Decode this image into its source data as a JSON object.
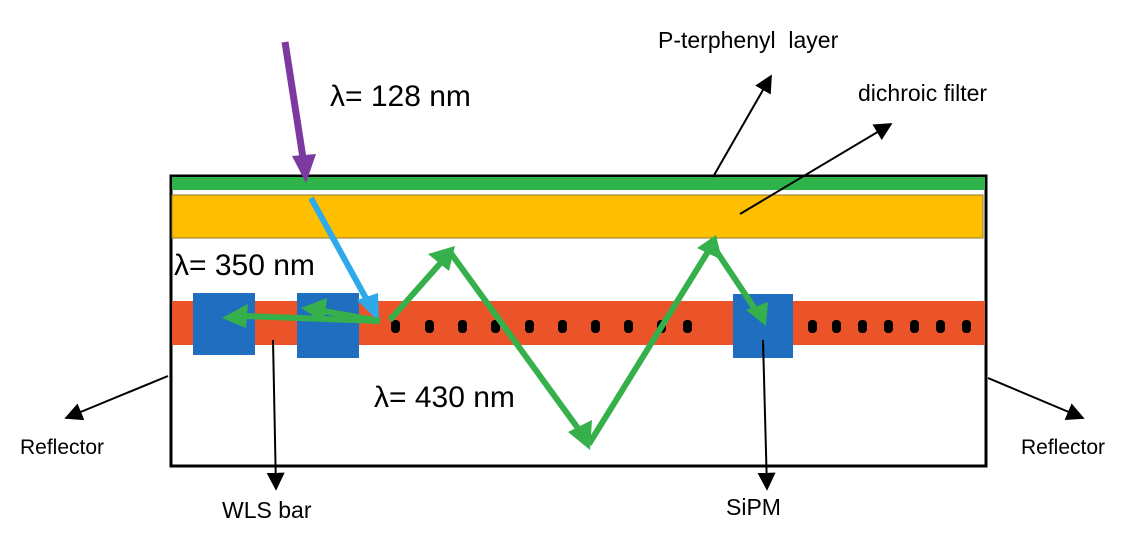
{
  "labels": {
    "terphenyl_layer": "P-terphenyl  layer",
    "dichroic_filter": "dichroic filter",
    "lambda_128": "λ= 128 nm",
    "lambda_350": "λ= 350 nm",
    "lambda_430": "λ= 430 nm",
    "reflector_left": "Reflector",
    "reflector_right": "Reflector",
    "wls_bar": "WLS bar",
    "sipm": "SiPM"
  },
  "colors": {
    "frame": "#000000",
    "terphenyl_layer": "#2db34a",
    "dichroic_filter": "#fdbf00",
    "filter_border": "#8a7a2a",
    "wls_bar": "#ea5428",
    "sipm": "#1f6ec0",
    "incident_photon": "#7c3aa1",
    "shifted_photon_350": "#2eaaea",
    "shifted_photon_430": "#36b04a",
    "holes": "#000000"
  }
}
